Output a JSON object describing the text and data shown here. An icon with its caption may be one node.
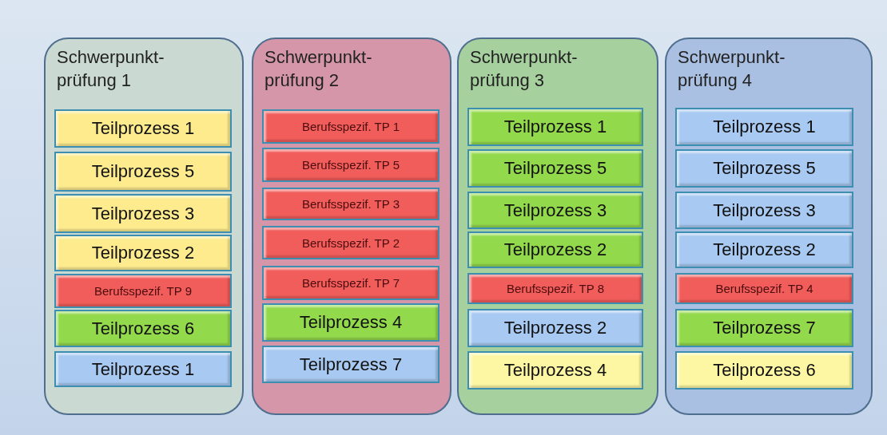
{
  "diagram": {
    "nodes": [
      {
        "text": [
          "Schwerpunkt- prüfung 1"
        ]
      },
      {
        "text": [
          "Teilprozess 1"
        ],
        "in": 0
      },
      {
        "text": [
          "Teilprozess 5"
        ],
        "in": 0
      },
      {
        "text": [
          "Teilprozess 3"
        ],
        "in": 0
      },
      {
        "text": [
          "Teilprozess 2"
        ],
        "in": 0
      },
      {
        "text": [
          "Berufsspezif. TP 9"
        ],
        "in": 0
      },
      {
        "text": [
          "Teilprozess 6"
        ],
        "in": 0
      },
      {
        "text": [
          "Teilprozess 1"
        ],
        "in": 0
      },
      {
        "text": [
          "Schwerpunkt- prüfung 2"
        ]
      },
      {
        "text": [
          "Berufsspezif. TP 1"
        ],
        "in": 8
      },
      {
        "text": [
          "Berufsspezif. TP 5"
        ],
        "in": 8
      },
      {
        "text": [
          "Berufsspezif. TP 3"
        ],
        "in": 8
      },
      {
        "text": [
          "Berufsspezif. TP 2"
        ],
        "in": 8
      },
      {
        "text": [
          "Berufsspezif. TP 7"
        ],
        "in": 8
      },
      {
        "text": [
          "Teilprozess 4"
        ],
        "in": 8
      },
      {
        "text": [
          "Teilprozess 7"
        ],
        "in": 8
      },
      {
        "text": [
          "Schwerpunkt- prüfung 3"
        ]
      },
      {
        "text": [
          "Teilprozess 1"
        ],
        "in": 16
      },
      {
        "text": [
          "Teilprozess 5"
        ],
        "in": 16
      },
      {
        "text": [
          "Teilprozess 3"
        ],
        "in": 16
      },
      {
        "text": [
          "Teilprozess 2"
        ],
        "in": 16
      },
      {
        "text": [
          "Berufsspezif. TP 8"
        ],
        "in": 16
      },
      {
        "text": [
          "Teilprozess 2"
        ],
        "in": 16
      },
      {
        "text": [
          "Teilprozess 4"
        ],
        "in": 16
      },
      {
        "text": [
          "Schwerpunkt- prüfung 4"
        ]
      },
      {
        "text": [
          "Teilprozess 1"
        ],
        "in": 24
      },
      {
        "text": [
          "Teilprozess 5"
        ],
        "in": 24
      },
      {
        "text": [
          "Teilprozess 3"
        ],
        "in": 24
      },
      {
        "text": [
          "Teilprozess 2"
        ],
        "in": 24
      },
      {
        "text": [
          "Berufsspezif. TP 4"
        ],
        "in": 24
      },
      {
        "text": [
          "Teilprozess 7"
        ],
        "in": 24
      },
      {
        "text": [
          "Teilprozess 6"
        ],
        "in": 24
      }
    ]
  }
}
